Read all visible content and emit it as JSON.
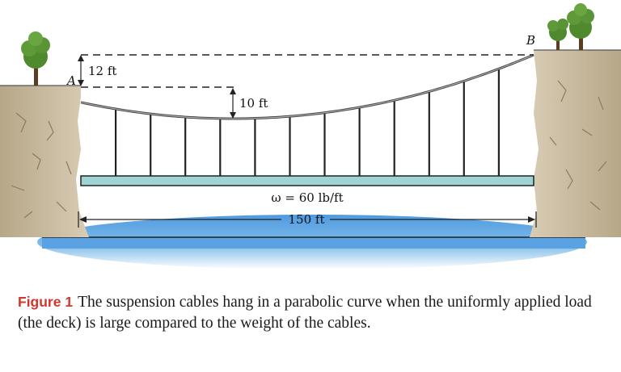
{
  "figure": {
    "point_a": "A",
    "point_b": "B",
    "sag_a": "12 ft",
    "sag_mid": "10 ft",
    "load": "ω = 60 lb/ft",
    "span": "150 ft"
  },
  "caption": {
    "label": "Figure 1",
    "text": "The suspension cables hang in a parabolic curve when the uniformly applied load (the deck) is large compared to the weight of the cables."
  },
  "colors": {
    "water": "#6aaee6",
    "deck": "#9fd4d6",
    "rock": "#c9b79a",
    "tree": "#4f8a2e",
    "caption_label": "#d2372e"
  }
}
